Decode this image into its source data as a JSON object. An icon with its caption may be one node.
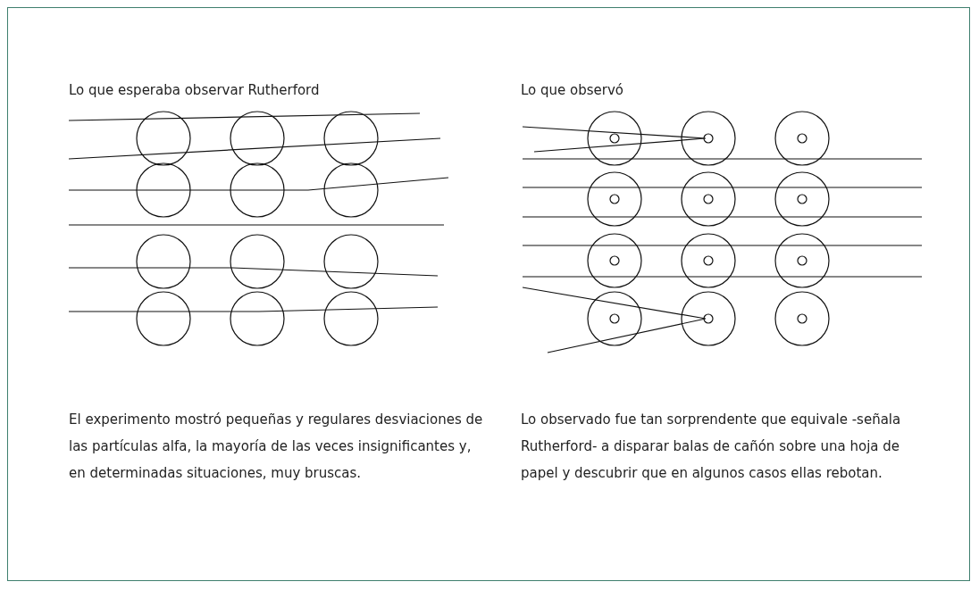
{
  "diagram": {
    "labels": [
      "Lo que esperaba observar Rutherford",
      "Lo que observó",
      "El experimento mostró pequeñas y regulares desviaciones de las partículas alfa, la mayoría de las veces insignificantes y, en determinadas situaciones, muy bruscas.",
      "Lo observado fue tan sorprendente que equivale -señala Rutherford- a disparar balas de cañón sobre una hoja de papel y descubrir que en algunos casos ellas rebotan."
    ]
  }
}
